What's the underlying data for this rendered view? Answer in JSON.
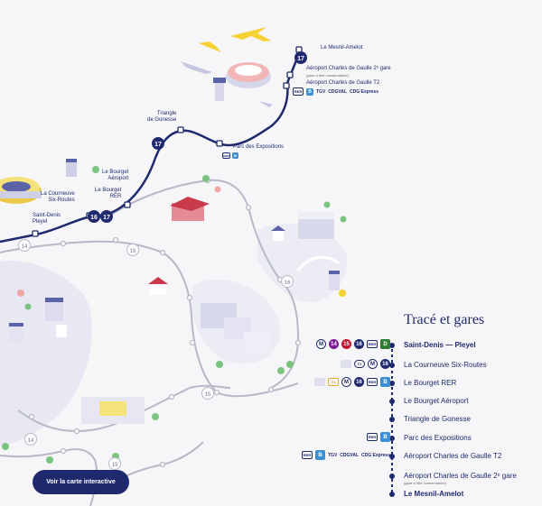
{
  "map_labels": {
    "le_mesnil_amelot": "Le Mesnil-Amelot",
    "aeroport_cdg2_gare": "Aéroport Charles de Gaulle 2ᵉ gare",
    "aeroport_cdg2_gare_note": "(gare à titre conservatoire)",
    "aeroport_cdg_t2": "Aéroport Charles de Gaulle T2",
    "triangle_de_gonesse": "Triangle\nde Gonesse",
    "parc_des_expositions": "Parc des Expositions",
    "le_bourget_aeroport": "Le Bourget\nAéroport",
    "le_bourget_rer": "Le Bourget\nRER",
    "la_courneuve": "La Courneuve\nSix-Routes",
    "saint_denis_pleyel": "Saint-Denis\nPleyel"
  },
  "line_numbers": {
    "l14": "14",
    "l15": "15",
    "l16": "16",
    "l17": "17"
  },
  "cdg_services": [
    "TGV",
    "CDGVAL",
    "CDG Express"
  ],
  "legend": {
    "title": "Tracé et gares",
    "stations": [
      {
        "name": "Saint-Denis — Pleyel",
        "bold": true,
        "badges": [
          "M",
          "14",
          "15",
          "16",
          "RER",
          "D"
        ]
      },
      {
        "name": "La Courneuve Six-Routes",
        "bold": false,
        "badges": [
          "bus",
          "T1",
          "M",
          "16"
        ]
      },
      {
        "name": "Le Bourget RER",
        "bold": false,
        "badges": [
          "bus",
          "T4",
          "M",
          "16",
          "RER",
          "B"
        ]
      },
      {
        "name": "Le Bourget Aéroport",
        "bold": false,
        "badges": []
      },
      {
        "name": "Triangle de Gonesse",
        "bold": false,
        "badges": []
      },
      {
        "name": "Parc des Expositions",
        "bold": false,
        "badges": [
          "RER",
          "B"
        ]
      },
      {
        "name": "Aéroport Charles de Gaulle T2",
        "bold": false,
        "badges": [
          "RER",
          "B",
          "TGV",
          "CDGVAL",
          "CDG Express"
        ]
      },
      {
        "name": "Aéroport Charles de Gaulle 2ᵉ gare",
        "bold": false,
        "note": "(gare à titre conservatoire)",
        "badges": []
      },
      {
        "name": "Le Mesnil-Amelot",
        "bold": true,
        "badges": []
      }
    ]
  },
  "cta_label": "Voir la carte interactive",
  "colors": {
    "navy": "#1f2a6e",
    "line14": "#7a1e8e",
    "line15": "#c8102e",
    "line16": "#1f2a6e",
    "rer_b": "#3b8fd6",
    "rer_d": "#2e7d32",
    "t4": "#f5a623",
    "airplane": "#f5d131"
  }
}
